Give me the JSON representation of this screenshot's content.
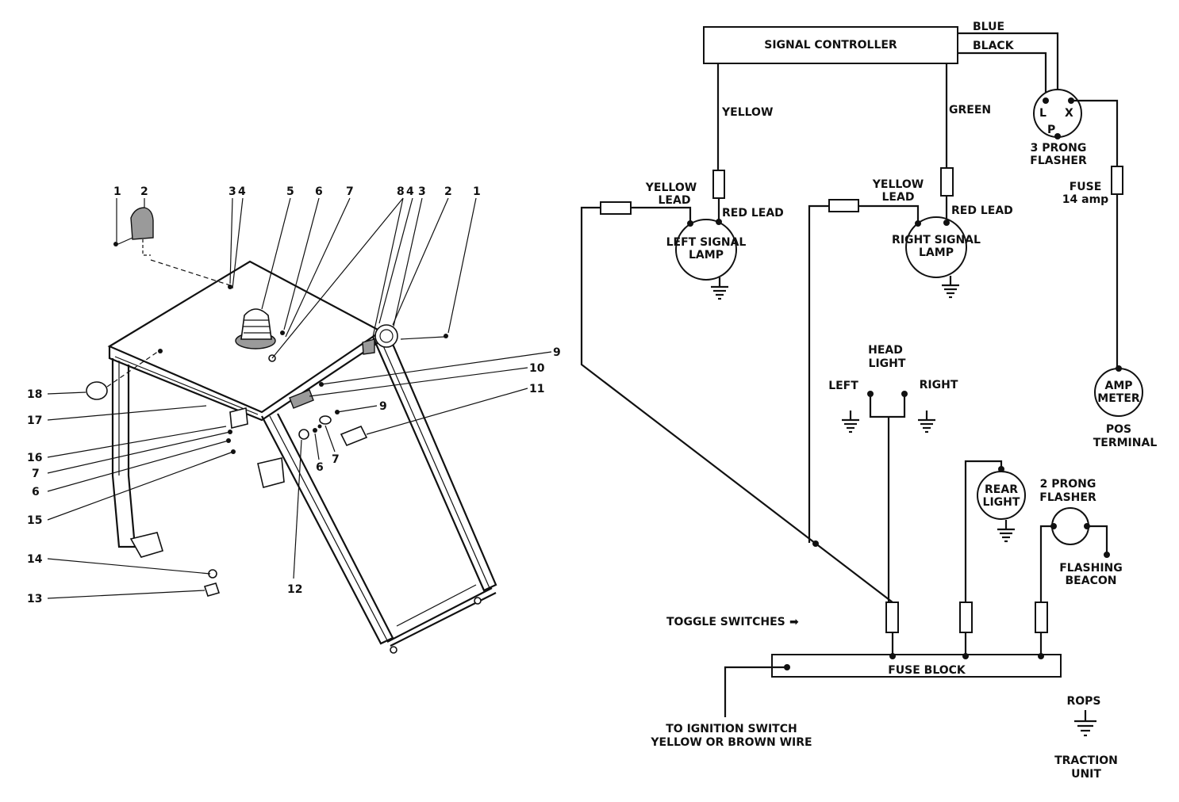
{
  "exploded_view": {
    "callouts": [
      {
        "text": "1"
      },
      {
        "text": "2"
      },
      {
        "text": "3"
      },
      {
        "text": "4"
      },
      {
        "text": "5"
      },
      {
        "text": "6"
      },
      {
        "text": "7"
      },
      {
        "text": "8"
      },
      {
        "text": "4"
      },
      {
        "text": "3"
      },
      {
        "text": "2"
      },
      {
        "text": "1"
      },
      {
        "text": "9"
      },
      {
        "text": "10"
      },
      {
        "text": "11"
      },
      {
        "text": "9"
      },
      {
        "text": "18"
      },
      {
        "text": "17"
      },
      {
        "text": "16"
      },
      {
        "text": "7"
      },
      {
        "text": "6"
      },
      {
        "text": "15"
      },
      {
        "text": "6"
      },
      {
        "text": "7"
      },
      {
        "text": "12"
      },
      {
        "text": "14"
      },
      {
        "text": "13"
      }
    ]
  },
  "schematic": {
    "signal_controller": "SIGNAL CONTROLLER",
    "wire_blue": "BLUE",
    "wire_black": "BLACK",
    "wire_yellow": "YELLOW",
    "wire_green": "GREEN",
    "three_prong_flasher": {
      "line1": "3 PRONG",
      "line2": "FLASHER",
      "pin_l": "L",
      "pin_x": "X",
      "pin_p": "P"
    },
    "fuse_main": {
      "line1": "FUSE",
      "line2": "14 amp"
    },
    "left_lamp": {
      "lead_line1": "YELLOW",
      "lead_line2": "LEAD",
      "red_lead": "RED LEAD",
      "line1": "LEFT SIGNAL",
      "line2": "LAMP"
    },
    "right_lamp": {
      "lead_line1": "YELLOW",
      "lead_line2": "LEAD",
      "red_lead": "RED LEAD",
      "line1": "RIGHT SIGNAL",
      "line2": "LAMP"
    },
    "head_light": {
      "line1": "HEAD",
      "line2": "LIGHT",
      "left": "LEFT",
      "right": "RIGHT"
    },
    "amp_meter": {
      "line1": "AMP",
      "line2": "METER",
      "pos1": "POS",
      "pos2": "TERMINAL"
    },
    "rear_light": {
      "line1": "REAR",
      "line2": "LIGHT"
    },
    "two_prong_flasher": {
      "line1": "2 PRONG",
      "line2": "FLASHER"
    },
    "flashing_beacon": {
      "line1": "FLASHING",
      "line2": "BEACON"
    },
    "toggle_switches": "TOGGLE SWITCHES",
    "toggle_arrow": "➡",
    "fuse_block": "FUSE BLOCK",
    "ignition": {
      "line1": "TO IGNITION SWITCH",
      "line2": "YELLOW OR BROWN WIRE"
    },
    "rops": "ROPS",
    "traction": {
      "line1": "TRACTION",
      "line2": "UNIT"
    }
  }
}
